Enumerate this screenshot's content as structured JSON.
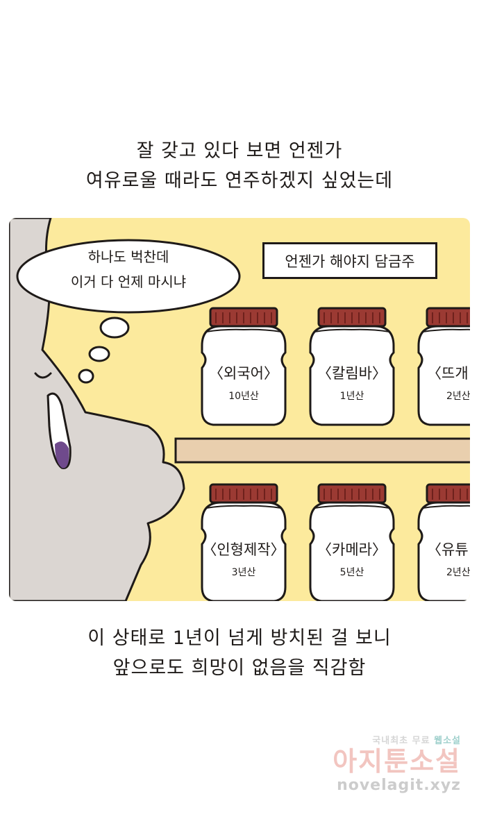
{
  "caption_top": {
    "line1": "잘 갖고 있다 보면 언젠가",
    "line2": "여유로울 때라도 연주하겠지 싶었는데"
  },
  "thought_bubble": {
    "line1": "하나도 벅찬데",
    "line2": "이거 다 언제 마시냐"
  },
  "shelf_sign": "언젠가 해야지 담금주",
  "jars_top": [
    {
      "name": "〈외국어〉",
      "years": "10년산"
    },
    {
      "name": "〈칼림바〉",
      "years": "1년산"
    },
    {
      "name": "〈뜨개",
      "years": "2년산"
    }
  ],
  "jars_bottom": [
    {
      "name": "〈인형제작〉",
      "years": "3년산"
    },
    {
      "name": "〈카메라〉",
      "years": "5년산"
    },
    {
      "name": "〈유튜",
      "years": "2년산"
    }
  ],
  "caption_bottom": {
    "line1": "이 상태로 1년이 넘게 방치된 걸 보니",
    "line2": "앞으로도 희망이 없음을 직감함"
  },
  "watermark": {
    "tagline_a": "국내최초 무료",
    "tagline_b": "웹소설",
    "brand": "아지툰소설",
    "site": "novelagit.xyz"
  },
  "colors": {
    "panel_bg": "#fcea9d",
    "character": "#dbd6d2",
    "jar_lid": "#9b3a33",
    "shelf": "#e9cfae",
    "tongue": "#6f4a8c"
  }
}
